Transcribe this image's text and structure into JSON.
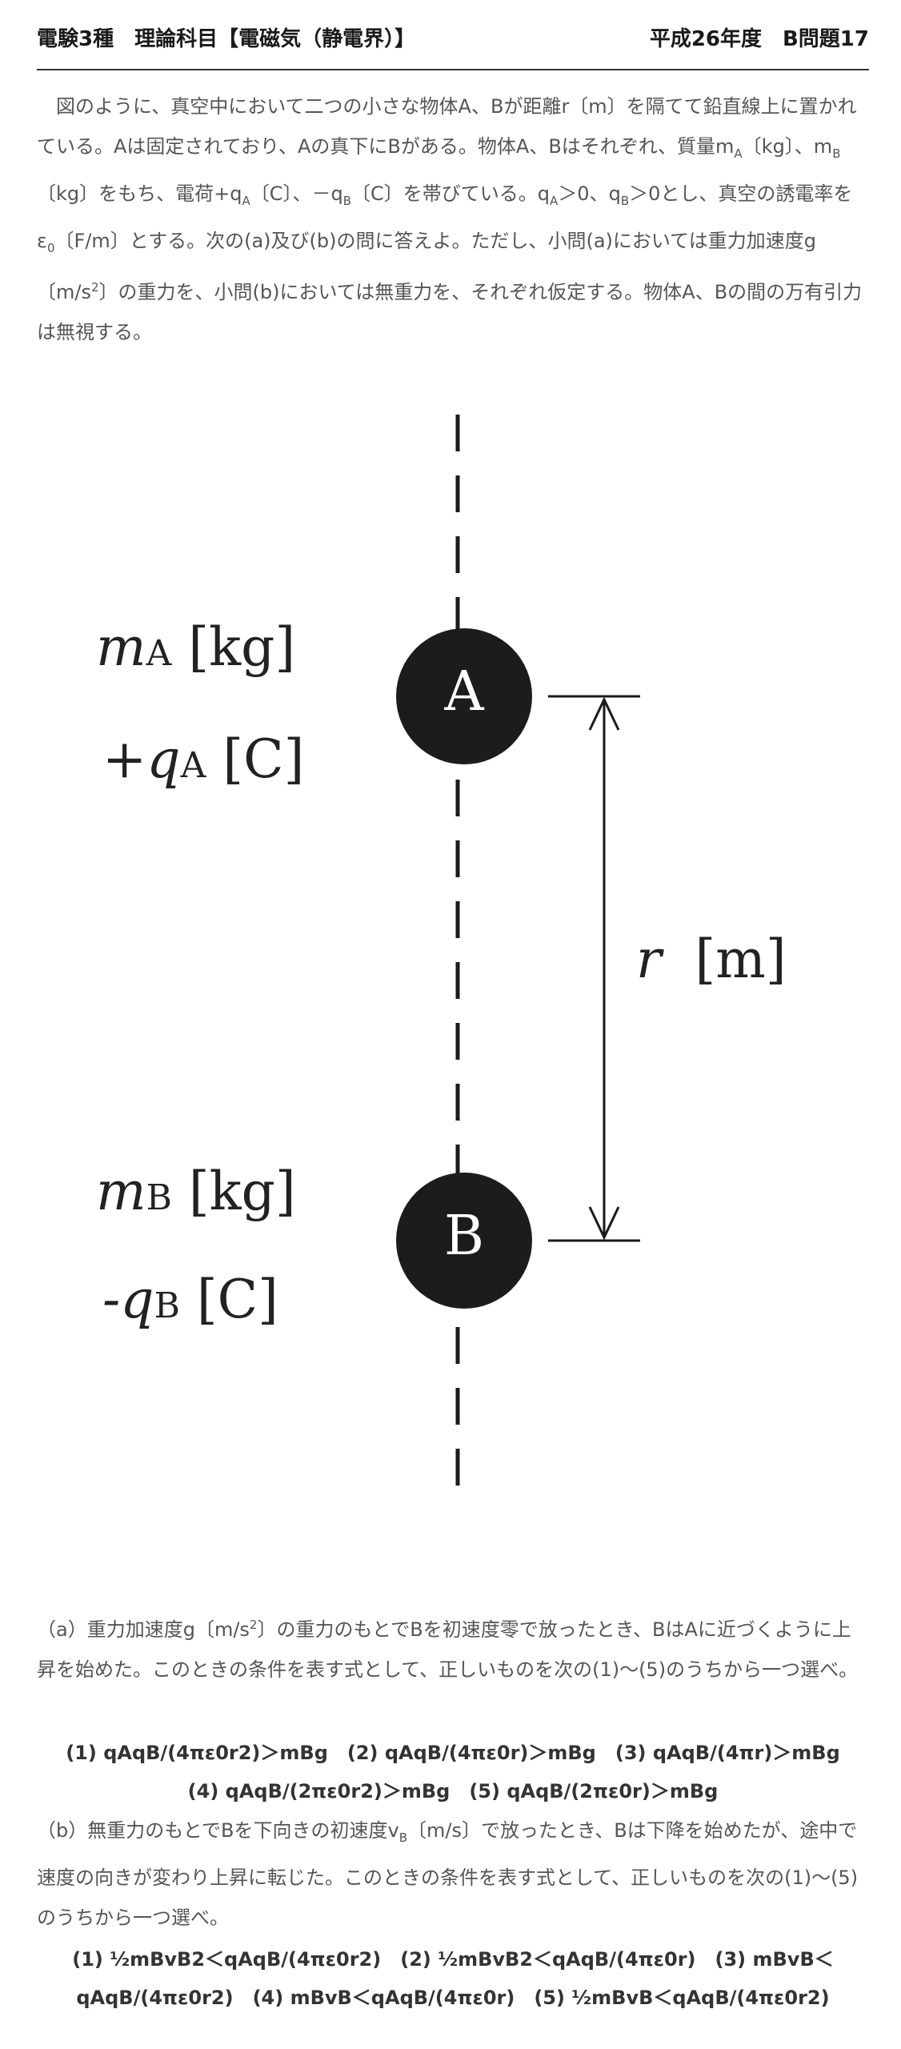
{
  "header": {
    "left": "電験3種　理論科目【電磁気（静電界）】",
    "right": "平成26年度　B問題17"
  },
  "intro": {
    "t1": "図のように、真空中において二つの小さな物体A、Bが距離r〔m〕を隔てて鉛直線上に置かれている。Aは固定されており、Aの真下にBがある。物体A、Bはそれぞれ、質量m",
    "s1": "A",
    "t2": "〔kg〕、m",
    "s2": "B",
    "t3": "〔kg〕をもち、電荷+q",
    "s3": "A",
    "t4": "〔C〕、－q",
    "s4": "B",
    "t5": "〔C〕を帯びている。q",
    "s5": "A",
    "t6": "＞0、q",
    "s6": "B",
    "t7": "＞0とし、真空の誘電率をε",
    "s7": "0",
    "t8": "〔F/m〕とする。次の(a)及び(b)の問に答えよ。ただし、小問(a)においては重力加速度g〔m/s",
    "p1": "2",
    "t9": "〕の重力を、小問(b)においては無重力を、それぞれ仮定する。物体A、Bの間の万有引力は無視する。"
  },
  "figure": {
    "ball_a": "A",
    "ball_b": "B",
    "label_ma": "m",
    "label_ma_sub": "A",
    "label_ma_unit": "[kg]",
    "label_qa": "+q",
    "label_qa_sub": "A",
    "label_qa_unit": "[C]",
    "label_mb": "m",
    "label_mb_sub": "B",
    "label_mb_unit": "[kg]",
    "label_qb": "-q",
    "label_qb_sub": "B",
    "label_qb_unit": "[C]",
    "label_r": "r",
    "label_r_unit": "[m]"
  },
  "question_a": {
    "t1": "（a）重力加速度g〔m/s",
    "p1": "2",
    "t2": "〕の重力のもとでBを初速度零で放ったとき、BはAに近づくように上昇を始めた。このときの条件を表す式として、正しいものを次の(1)～(5)のうちから一つ選べ。"
  },
  "choices_a": {
    "line1": "(1) qAqB/(4πε0r2)＞mBg　(2) qAqB/(4πε0r)＞mBg　(3) qAqB/(4πr)＞mBg",
    "line2": "(4) qAqB/(2πε0r2)＞mBg　(5) qAqB/(2πε0r)＞mBg"
  },
  "question_b": {
    "t1": "（b）無重力のもとでBを下向きの初速度v",
    "s1": "B",
    "t2": "〔m/s〕で放ったとき、Bは下降を始めたが、途中で速度の向きが変わり上昇に転じた。このときの条件を表す式として、正しいものを次の(1)～(5)のうちから一つ選べ。"
  },
  "choices_b": {
    "line1": "(1) ½mBvB2＜qAqB/(4πε0r2)　(2) ½mBvB2＜qAqB/(4πε0r)　(3) mBvB＜",
    "line2": "qAqB/(4πε0r2)　(4) mBvB＜qAqB/(4πε0r)　(5) ½mBvB＜qAqB/(4πε0r2)"
  }
}
